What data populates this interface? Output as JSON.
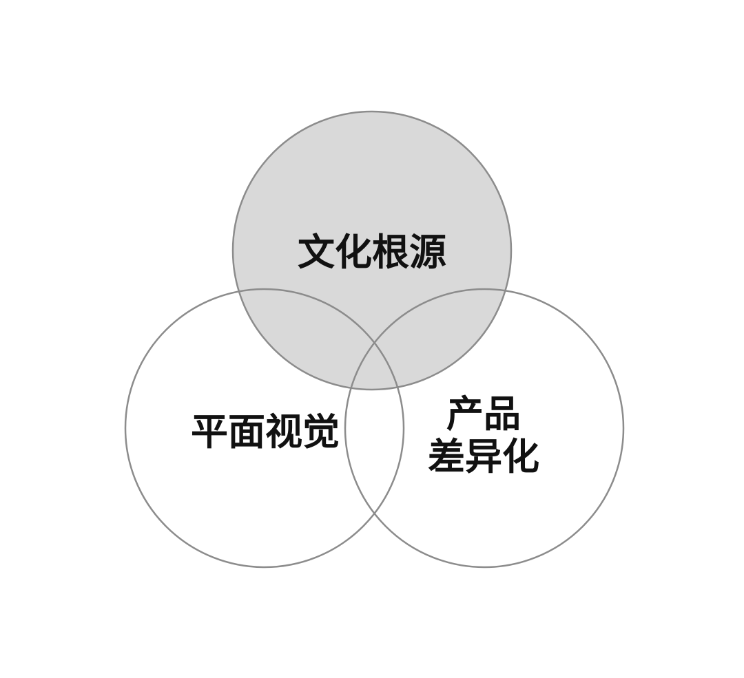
{
  "diagram": {
    "type": "venn",
    "circles": [
      {
        "id": "top",
        "lines": [
          "文化根源"
        ],
        "fill": "#d9d9d9",
        "stroke": "#8c8c8c"
      },
      {
        "id": "left",
        "lines": [
          "平面视觉"
        ],
        "fill": "none",
        "stroke": "#8c8c8c"
      },
      {
        "id": "right",
        "lines": [
          "产品",
          "差异化"
        ],
        "fill": "none",
        "stroke": "#8c8c8c"
      }
    ]
  }
}
